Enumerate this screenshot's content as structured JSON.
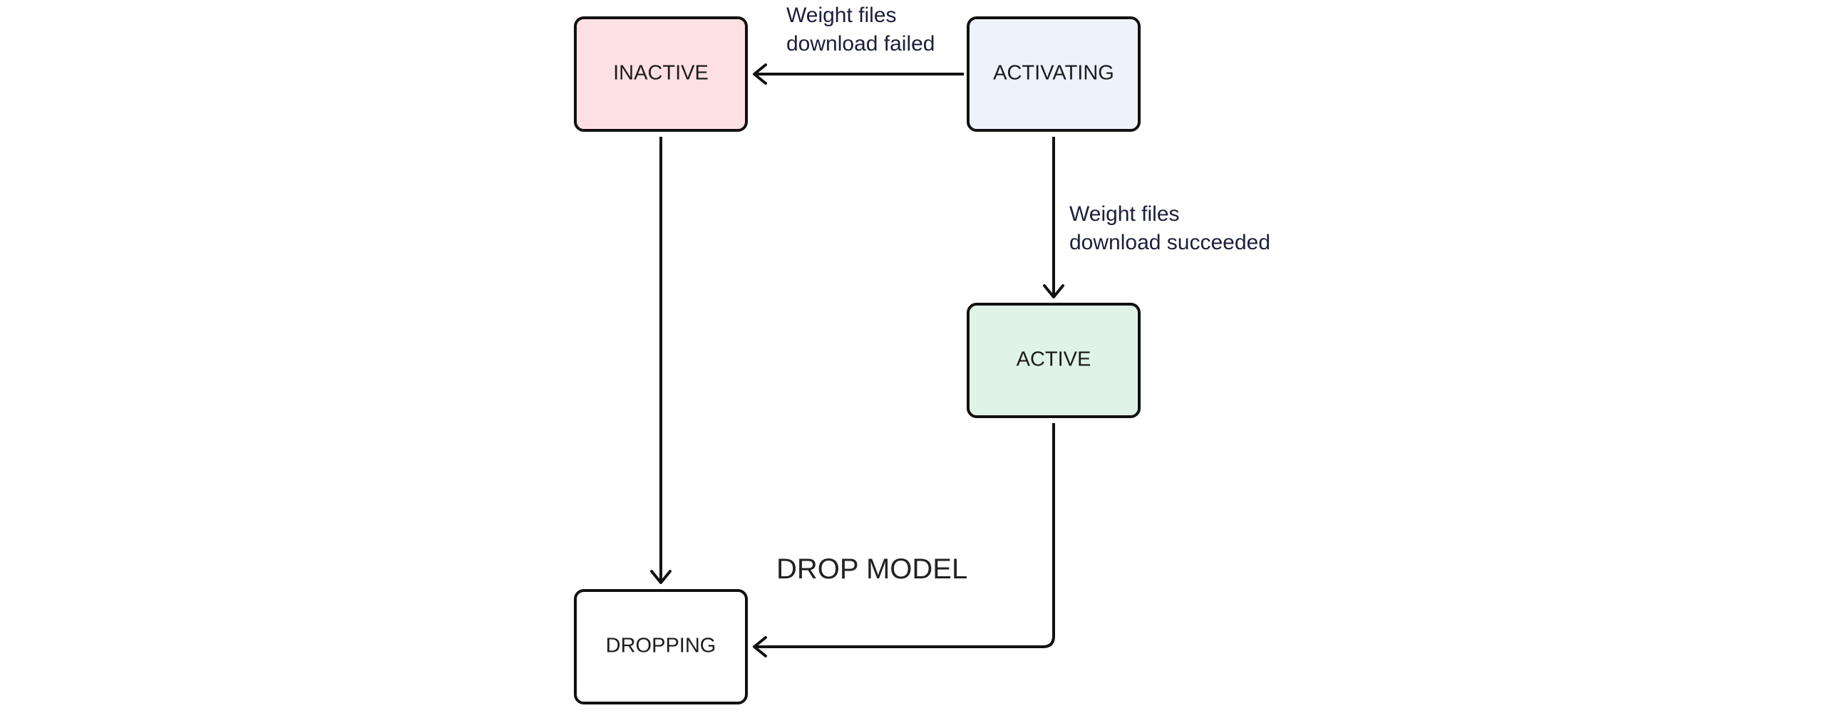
{
  "states": {
    "inactive": {
      "label": "INACTIVE",
      "fill": "#fde0e3"
    },
    "activating": {
      "label": "ACTIVATING",
      "fill": "#eef2fb"
    },
    "active": {
      "label": "ACTIVE",
      "fill": "#dff3e6"
    },
    "dropping": {
      "label": "DROPPING",
      "fill": "#ffffff"
    }
  },
  "transitions": {
    "download_failed": {
      "line1": "Weight files",
      "line2": "download failed"
    },
    "download_succeeded": {
      "line1": "Weight files",
      "line2": "download succeeded"
    },
    "drop_model": {
      "label": "DROP MODEL"
    }
  },
  "colors": {
    "stroke": "#111111",
    "text": "#1b1f3a"
  }
}
